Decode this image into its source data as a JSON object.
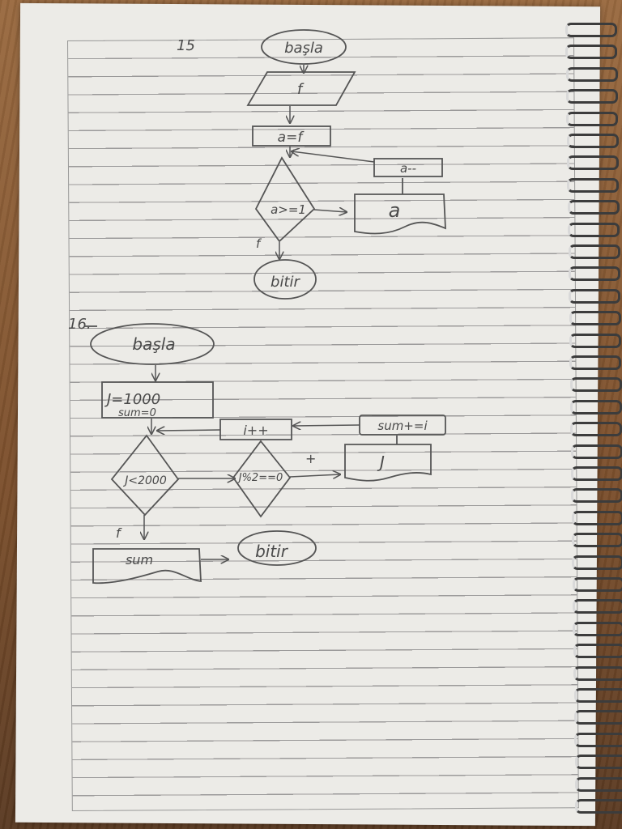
{
  "flowchart_15": {
    "number": "15",
    "start": "başla",
    "input": "f",
    "assign": "a=f",
    "condition": "a>=1",
    "output": "a",
    "decrement": "a--",
    "false_label": "f",
    "end": "bitir"
  },
  "flowchart_16": {
    "number": "16.",
    "start": "başla",
    "init_line1": "J=1000",
    "init_line2": "sum=0",
    "condition": "J<2000",
    "increment": "i++",
    "mod_check": "J%2==0",
    "true_label": "+",
    "output_j": "J",
    "sum_update": "sum+=i",
    "false_label": "f",
    "output_sum": "sum",
    "end": "bitir"
  }
}
